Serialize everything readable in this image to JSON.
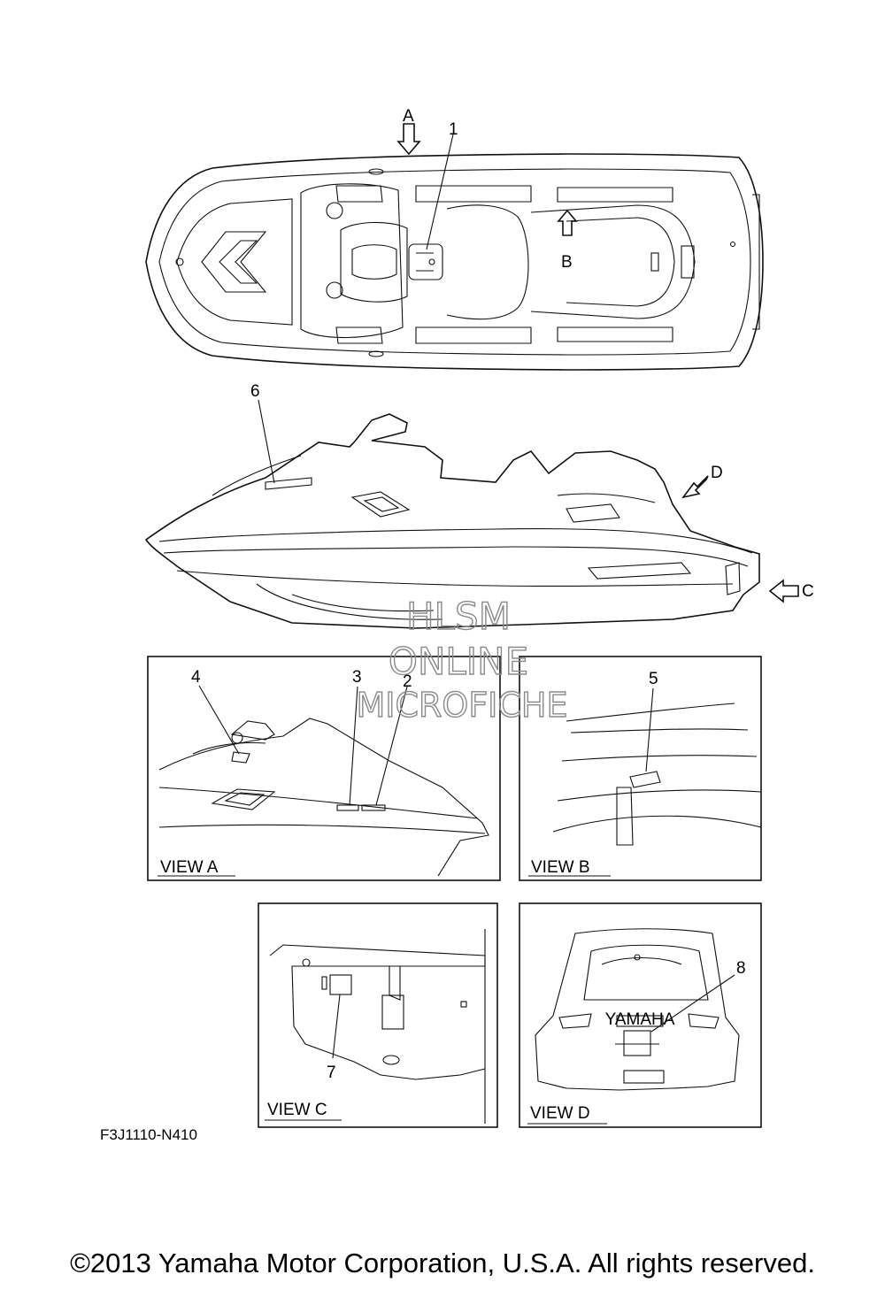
{
  "diagram": {
    "callouts": [
      "1",
      "2",
      "3",
      "4",
      "5",
      "6",
      "7",
      "8"
    ],
    "view_arrows": [
      "A",
      "B",
      "C",
      "D"
    ],
    "views": [
      "VIEW A",
      "VIEW B",
      "VIEW C",
      "VIEW D"
    ],
    "drawing_code": "F3J1110-N410",
    "badge_text": "YAMAHA"
  },
  "watermark": {
    "line1": "HLSM",
    "line2": "ONLINE",
    "line3": "MICROFICHE"
  },
  "footer": {
    "copyright": "©2013 Yamaha Motor Corporation, U.S.A. All rights reserved."
  }
}
